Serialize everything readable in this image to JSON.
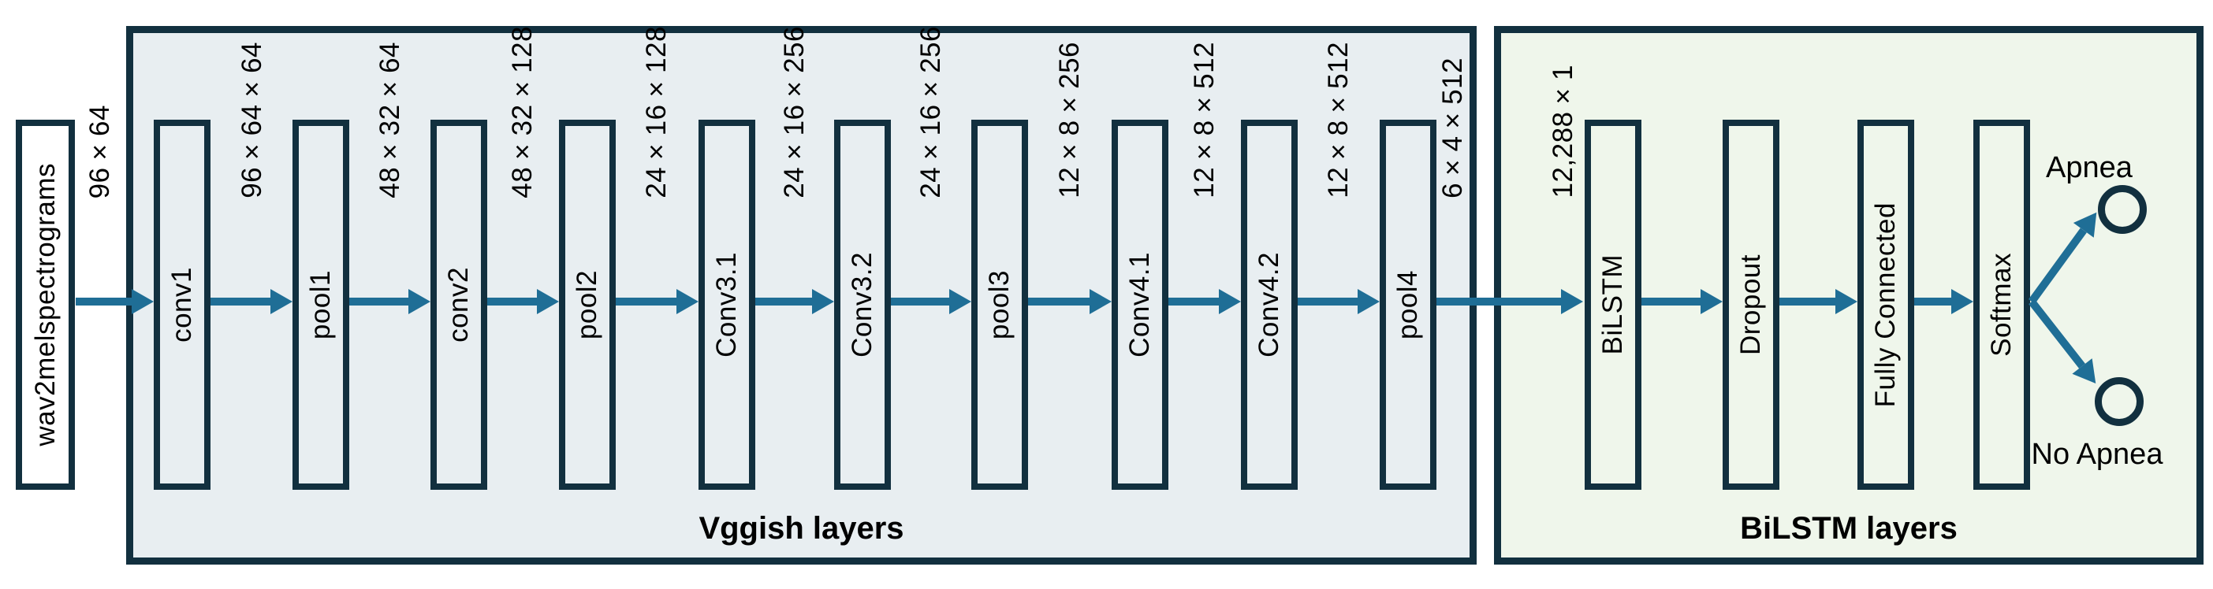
{
  "input": {
    "label": "wav2melspectrograms",
    "dim": "96×64"
  },
  "vggish": {
    "caption": "Vggish layers",
    "layers": [
      {
        "name": "conv1",
        "out_dim": "96×64×64"
      },
      {
        "name": "pool1",
        "out_dim": "48×32×64"
      },
      {
        "name": "conv2",
        "out_dim": "48×32×128"
      },
      {
        "name": "pool2",
        "out_dim": "24×16×128"
      },
      {
        "name": "Conv3.1",
        "out_dim": "24×16×256"
      },
      {
        "name": "Conv3.2",
        "out_dim": "24×16×256"
      },
      {
        "name": "pool3",
        "out_dim": "12×8×256"
      },
      {
        "name": "Conv4.1",
        "out_dim": "12×8×512"
      },
      {
        "name": "Conv4.2",
        "out_dim": "12×8×512"
      },
      {
        "name": "pool4",
        "out_dim": "6×4×512"
      }
    ]
  },
  "bilstm": {
    "caption": "BiLSTM layers",
    "input_dim": "12,288×1",
    "layers": [
      {
        "name": "BiLSTM"
      },
      {
        "name": "Dropout"
      },
      {
        "name": "Fully Connected"
      },
      {
        "name": "Softmax"
      }
    ],
    "outputs": [
      {
        "label": "Apnea"
      },
      {
        "label": "No Apnea"
      }
    ]
  },
  "colors": {
    "outline": "#12303F",
    "arrow": "#1F6E96",
    "vggish-bg": "#E8EEF1",
    "bilstm-bg": "#EFF6EB",
    "text": "#000000"
  }
}
